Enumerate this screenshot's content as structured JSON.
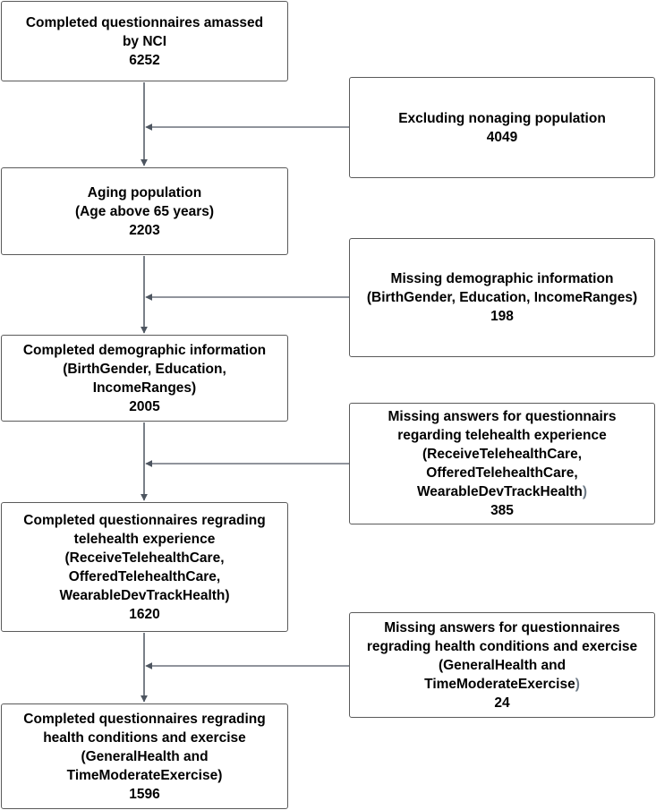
{
  "flow": {
    "main_steps": [
      {
        "lines": [
          "Completed questionnaires amassed",
          "by NCI"
        ],
        "count": "6252"
      },
      {
        "lines": [
          "Aging population",
          "(Age above 65 years)"
        ],
        "count": "2203"
      },
      {
        "lines": [
          "Completed demographic information",
          "(BirthGender, Education,",
          "IncomeRanges)"
        ],
        "count": "2005"
      },
      {
        "lines": [
          "Completed questionnaires regrading",
          "telehealth experience",
          "(ReceiveTelehealthCare,",
          "OfferedTelehealthCare,",
          "WearableDevTrackHealth)"
        ],
        "count": "1620"
      },
      {
        "lines": [
          "Completed questionnaires regrading",
          "health conditions and exercise",
          "(GeneralHealth and",
          "TimeModerateExercise)"
        ],
        "count": "1596"
      }
    ],
    "exclusions": [
      {
        "lines": [
          "Excluding nonaging population"
        ],
        "count": "4049"
      },
      {
        "lines": [
          "Missing demographic information",
          "(BirthGender, Education, IncomeRanges)"
        ],
        "count": "198"
      },
      {
        "lines": [
          "Missing answers for questionnairs",
          "regarding telehealth experience",
          "(ReceiveTelehealthCare,",
          "OfferedTelehealthCare,"
        ],
        "last_line": "WearableDevTrackHealth",
        "last_line_tail": ")",
        "count": "385"
      },
      {
        "lines": [
          "Missing answers for questionnaires",
          "regrading health conditions and exercise",
          "(GeneralHealth and"
        ],
        "last_line": "TimeModerateExercise",
        "last_line_tail": ")",
        "count": "24"
      }
    ]
  },
  "colors": {
    "box_border": "#5a5a5a",
    "connector": "#4d5560",
    "text": "#000000",
    "muted_paren": "#6e7a86"
  }
}
